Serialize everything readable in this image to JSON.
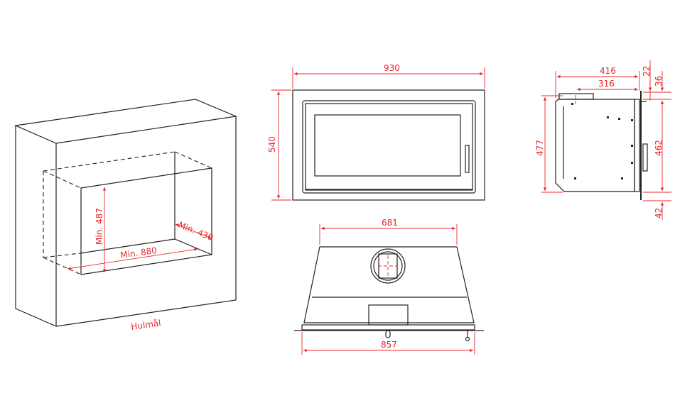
{
  "colors": {
    "lines": "#222222",
    "dimensions": "#e8262a"
  },
  "niche_view": {
    "caption": "Hulmål",
    "height_label": "Min. 487",
    "width_label": "Min. 880",
    "depth_label": "Min. 430"
  },
  "front_view": {
    "width_label": "930",
    "height_label": "540"
  },
  "top_view": {
    "top_width_label": "681",
    "bottom_width_label": "857"
  },
  "side_view": {
    "depth_label": "416",
    "inner_depth_label": "316",
    "height_label": "477",
    "frame_height_label": "462",
    "top_offset_label": "22",
    "top_gap_label": "36",
    "bottom_offset_label": "42"
  }
}
